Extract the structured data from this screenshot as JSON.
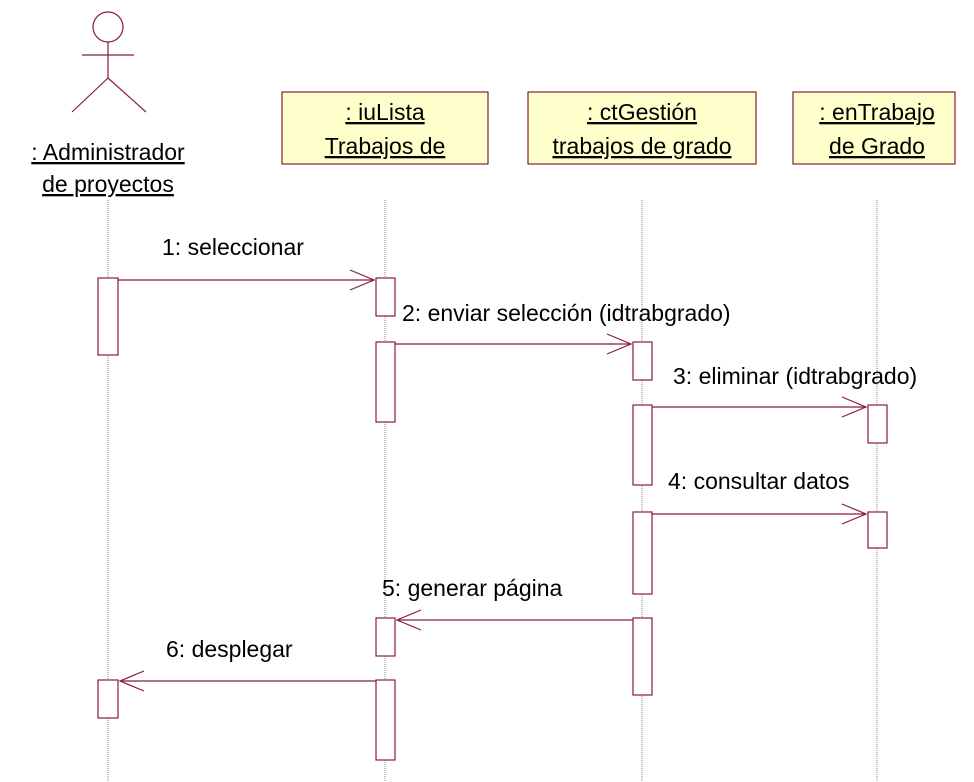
{
  "colors": {
    "object_fill": "#ffffcc",
    "stroke": "#8a1b3a",
    "lifeline": "#8a8a8a",
    "text": "#000000"
  },
  "actor": {
    "name_line1": ": Administrador",
    "name_line2": "de proyectos"
  },
  "objects": [
    {
      "line1": ": iuLista",
      "line2": "Trabajos de"
    },
    {
      "line1": ": ctGestión",
      "line2": "trabajos de grado"
    },
    {
      "line1": ": enTrabajo",
      "line2": "de Grado"
    }
  ],
  "messages": [
    {
      "label": "1: seleccionar"
    },
    {
      "label": "2: enviar selección (idtrabgrado)"
    },
    {
      "label": "3: eliminar (idtrabgrado)"
    },
    {
      "label": "4: consultar datos"
    },
    {
      "label": "5: generar página"
    },
    {
      "label": "6: desplegar"
    }
  ]
}
